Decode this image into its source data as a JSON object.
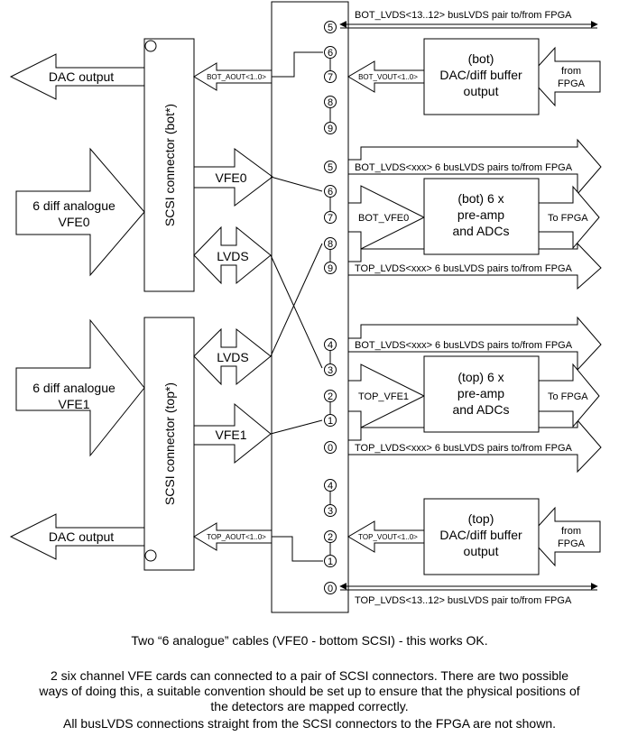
{
  "scsi_bot": "SCSI connector (bot*)",
  "scsi_top": "SCSI connector (top*)",
  "dac_output": "DAC output",
  "vfe0_in_line1": "6 diff analogue",
  "vfe0_in_line2": "VFE0",
  "vfe1_in_line1": "6 diff analogue",
  "vfe1_in_line2": "VFE1",
  "vfe0": "VFE0",
  "vfe1": "VFE1",
  "lvds": "LVDS",
  "bot_aout": "BOT_AOUT<1..0>",
  "top_aout": "TOP_AOUT<1..0>",
  "bot_vout": "BOT_VOUT<1..0>",
  "top_vout": "TOP_VOUT<1..0>",
  "bot_vfe0": "BOT_VFE0",
  "top_vfe1": "TOP_VFE1",
  "bus_top_label": "BOT_LVDS<13..12> busLVDS pair to/from FPGA",
  "bus_bottom_label": "TOP_LVDS<13..12> busLVDS pair to/from FPGA",
  "bot_lvds_xxx": "BOT_LVDS<xxx> 6 busLVDS pairs to/from FPGA",
  "top_lvds_xxx": "TOP_LVDS<xxx> 6 busLVDS pairs to/from FPGA",
  "dac_bot": [
    "(bot)",
    "DAC/diff buffer",
    "output"
  ],
  "dac_top": [
    "(top)",
    "DAC/diff buffer",
    "output"
  ],
  "preamp_bot": [
    "(bot) 6 x",
    "pre-amp",
    "and ADCs"
  ],
  "preamp_top": [
    "(top) 6 x",
    "pre-amp",
    "and ADCs"
  ],
  "from_fpga": [
    "from",
    "FPGA"
  ],
  "to_fpga": "To FPGA",
  "pins": [
    "5",
    "6",
    "7",
    "8",
    "9",
    "5",
    "6",
    "7",
    "8",
    "9",
    "4",
    "3",
    "2",
    "1",
    "0",
    "4",
    "3",
    "2",
    "1",
    "0"
  ],
  "captions": [
    "Two “6 analogue” cables  (VFE0 - bottom SCSI) - this works OK.",
    "2 six channel VFE cards can connected to a pair of SCSI connectors. There are two possible",
    "ways of doing this, a suitable convention should be set up to ensure that the physical positions of",
    "the detectors are mapped correctly.",
    "All busLVDS connections straight from the SCSI connectors to the FPGA are not shown."
  ]
}
